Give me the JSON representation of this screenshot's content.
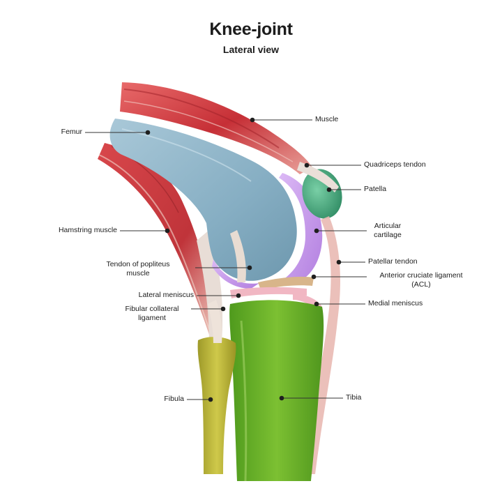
{
  "title": "Knee-joint",
  "subtitle": "Lateral view",
  "labels": {
    "muscle": "Muscle",
    "femur": "Femur",
    "quadriceps_tendon": "Quadriceps tendon",
    "patella": "Patella",
    "hamstring_muscle": "Hamstring muscle",
    "articular_cartilage_1": "Articular",
    "articular_cartilage_2": "cartilage",
    "tendon_popliteus_1": "Tendon of popliteus",
    "tendon_popliteus_2": "muscle",
    "patellar_tendon": "Patellar tendon",
    "acl_1": "Anterior cruciate ligament",
    "acl_2": "(ACL)",
    "lateral_meniscus": "Lateral meniscus",
    "medial_meniscus": "Medial meniscus",
    "fibular_collateral_1": "Fibular collateral",
    "fibular_collateral_2": "ligament",
    "fibula": "Fibula",
    "tibia": "Tibia"
  },
  "colors": {
    "muscle": "#c8343a",
    "femur": "#8fb4c8",
    "cartilage": "#c79be8",
    "patella": "#4fae85",
    "tibia": "#6aae2a",
    "fibula": "#b9b336",
    "tendon": "#e9c7b8",
    "meniscus": "#f0b4c0"
  }
}
